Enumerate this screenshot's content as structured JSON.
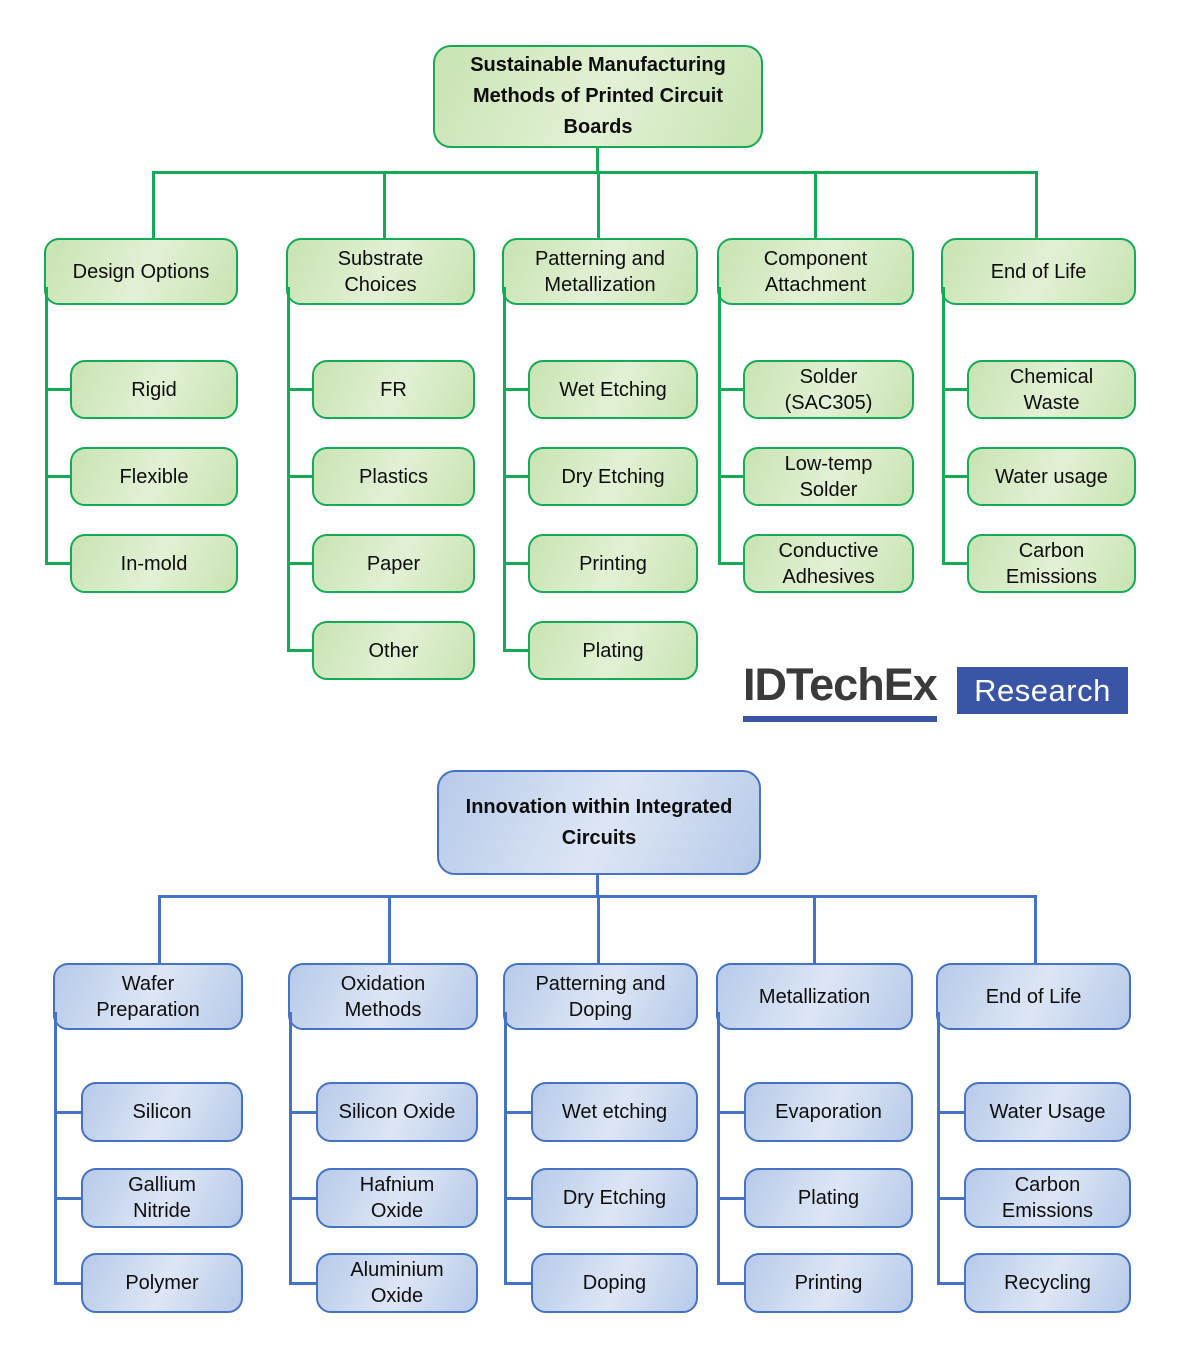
{
  "page": {
    "background": "#ffffff"
  },
  "logo": {
    "wordmark": "IDTechEx",
    "badge_label": "Research",
    "wordmark_color": "#3a3a3a",
    "accent_color": "#3b55a6",
    "badge_text_color": "#ffffff"
  },
  "trees": [
    {
      "id": "pcb-methods",
      "title": "Sustainable Manufacturing\nMethods of Printed Circuit\nBoards",
      "line_color": "#15aa55",
      "fill_dark": "#c8e3b2",
      "fill_light": "#e2f1d5",
      "columns": [
        {
          "label": "Design Options",
          "children": [
            "Rigid",
            "Flexible",
            "In-mold"
          ]
        },
        {
          "label": "Substrate\nChoices",
          "children": [
            "FR",
            "Plastics",
            "Paper",
            "Other"
          ]
        },
        {
          "label": "Patterning and\nMetallization",
          "children": [
            "Wet Etching",
            "Dry Etching",
            "Printing",
            "Plating"
          ]
        },
        {
          "label": "Component\nAttachment",
          "children": [
            "Solder\n(SAC305)",
            "Low-temp\nSolder",
            "Conductive\nAdhesives"
          ]
        },
        {
          "label": "End of Life",
          "children": [
            "Chemical\nWaste",
            "Water usage",
            "Carbon\nEmissions"
          ]
        }
      ]
    },
    {
      "id": "ic-innovation",
      "title": "Innovation within Integrated\nCircuits",
      "line_color": "#4472c4",
      "fill_dark": "#b7cae9",
      "fill_light": "#dde6f5",
      "columns": [
        {
          "label": "Wafer\nPreparation",
          "children": [
            "Silicon",
            "Gallium\nNitride",
            "Polymer"
          ]
        },
        {
          "label": "Oxidation\nMethods",
          "children": [
            "Silicon Oxide",
            "Hafnium\nOxide",
            "Aluminium\nOxide"
          ]
        },
        {
          "label": "Patterning and\nDoping",
          "children": [
            "Wet etching",
            "Dry Etching",
            "Doping"
          ]
        },
        {
          "label": "Metallization",
          "children": [
            "Evaporation",
            "Plating",
            "Printing"
          ]
        },
        {
          "label": "End of Life",
          "children": [
            "Water Usage",
            "Carbon\nEmissions",
            "Recycling"
          ]
        }
      ]
    }
  ]
}
